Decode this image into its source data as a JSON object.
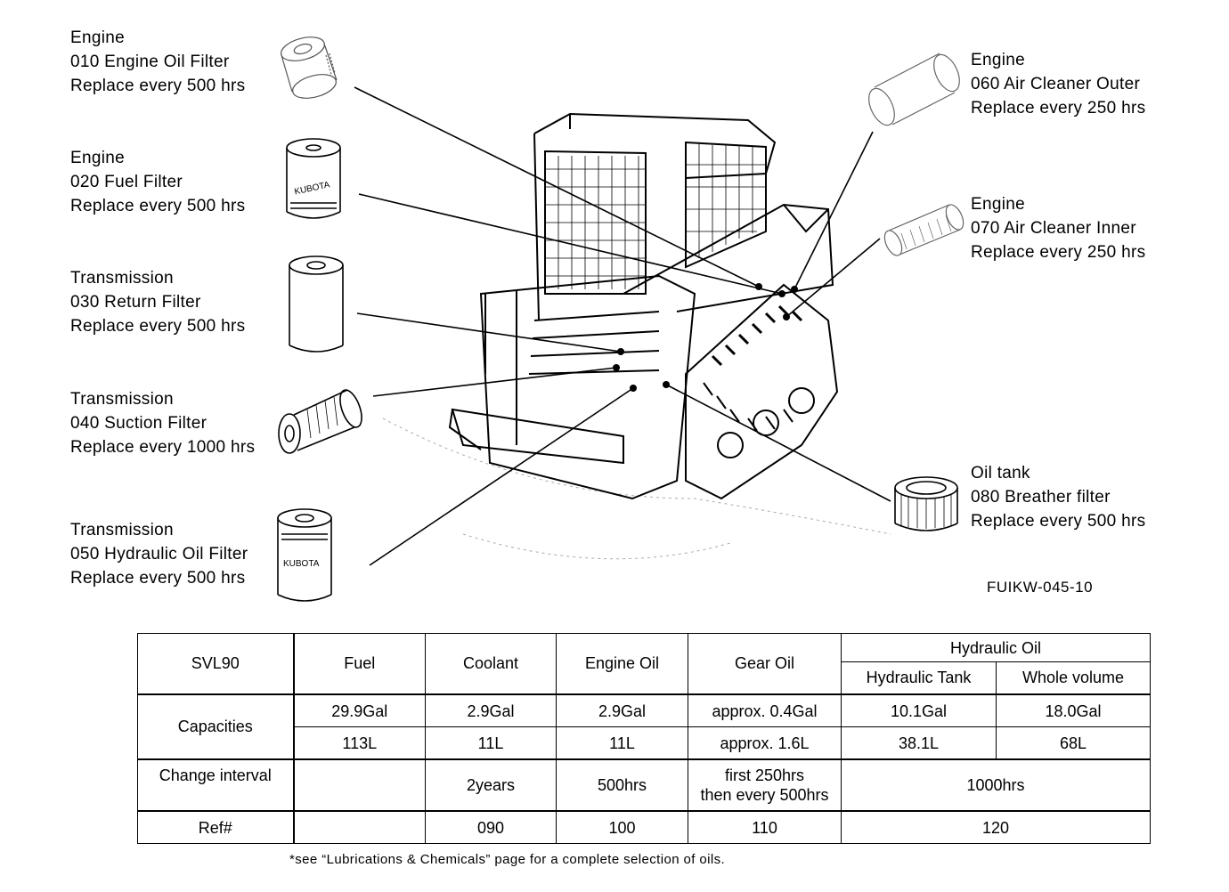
{
  "callouts": [
    {
      "category": "Engine",
      "item": "010 Engine Oil Filter",
      "interval": "Replace every 500 hrs"
    },
    {
      "category": "Engine",
      "item": "020 Fuel Filter",
      "interval": "Replace every 500 hrs"
    },
    {
      "category": "Transmission",
      "item": "030 Return Filter",
      "interval": "Replace every 500 hrs"
    },
    {
      "category": "Transmission",
      "item": "040 Suction Filter",
      "interval": "Replace every 1000 hrs"
    },
    {
      "category": "Transmission",
      "item": "050 Hydraulic Oil Filter",
      "interval": "Replace every 500 hrs"
    },
    {
      "category": "Engine",
      "item": "060 Air Cleaner Outer",
      "interval": "Replace every 250 hrs"
    },
    {
      "category": "Engine",
      "item": "070 Air Cleaner Inner",
      "interval": "Replace every 250 hrs"
    },
    {
      "category": "Oil tank",
      "item": "080 Breather filter",
      "interval": "Replace every 500 hrs"
    }
  ],
  "figure_ref": "FUIKW-045-10",
  "table": {
    "model": "SVL90",
    "headers": {
      "fuel": "Fuel",
      "coolant": "Coolant",
      "engine_oil": "Engine Oil",
      "gear_oil": "Gear Oil",
      "hydraulic_oil": "Hydraulic Oil",
      "hydraulic_tank": "Hydraulic Tank",
      "whole_volume": "Whole volume"
    },
    "capacities_label": "Capacities",
    "capacities_gal": {
      "fuel": "29.9Gal",
      "coolant": "2.9Gal",
      "engine_oil": "2.9Gal",
      "gear_oil": "approx. 0.4Gal",
      "hydraulic_tank": "10.1Gal",
      "whole_volume": "18.0Gal"
    },
    "capacities_l": {
      "fuel": "113L",
      "coolant": "11L",
      "engine_oil": "11L",
      "gear_oil": "approx. 1.6L",
      "hydraulic_tank": "38.1L",
      "whole_volume": "68L"
    },
    "change_interval_label": "Change interval",
    "change_interval": {
      "fuel": "",
      "coolant": "2years",
      "engine_oil": "500hrs",
      "gear_oil_line1": "first 250hrs",
      "gear_oil_line2": "then every 500hrs",
      "hydraulic": "1000hrs"
    },
    "ref_label": "Ref#",
    "ref": {
      "fuel": "",
      "coolant": "090",
      "engine_oil": "100",
      "gear_oil": "110",
      "hydraulic": "120"
    }
  },
  "footnote": "*see “Lubrications & Chemicals” page for a complete selection of oils."
}
